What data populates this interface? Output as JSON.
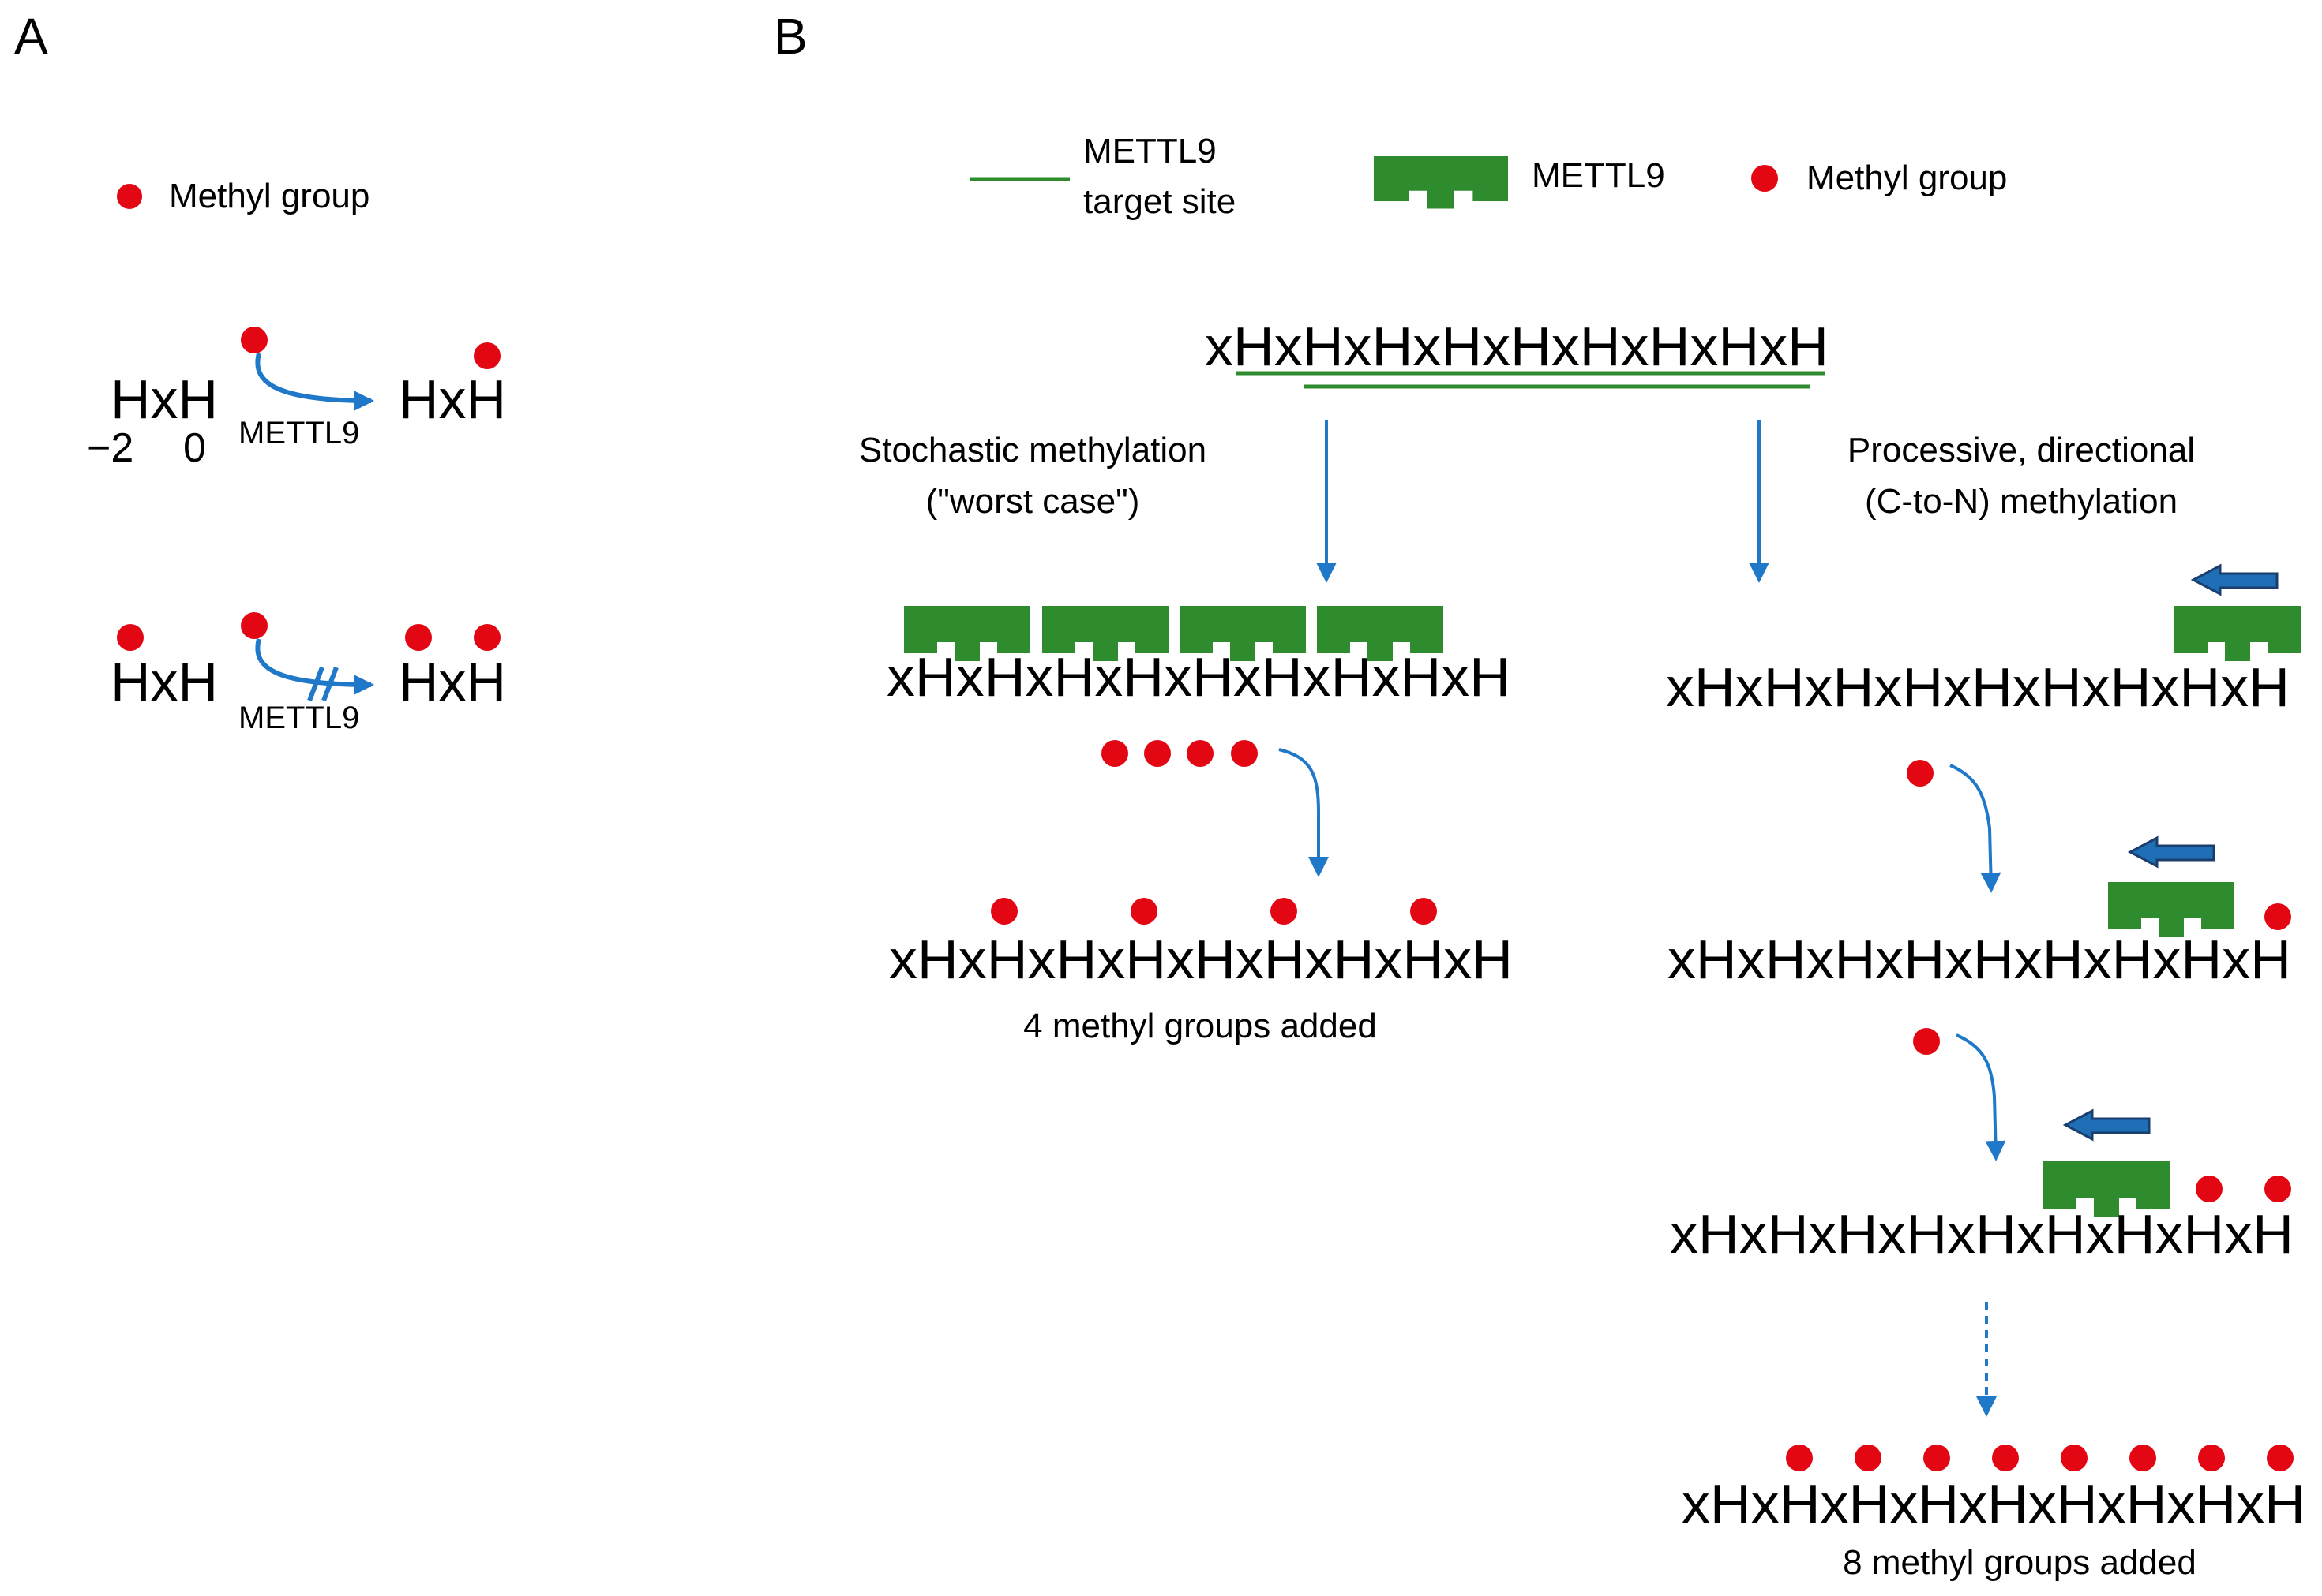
{
  "panels": {
    "a": "A",
    "b": "B"
  },
  "colors": {
    "methyl": "#e30613",
    "arrow": "#1f78c8",
    "enzyme": "#2e8b2e",
    "direction_arrow": "#1f6fb6"
  },
  "panel_a": {
    "legend_methyl": "Methyl group",
    "row1": {
      "substrate": "HxH",
      "pos_minus2": "−2",
      "pos_0": "0",
      "enzyme": "METTL9",
      "product": "HxH"
    },
    "row2": {
      "substrate": "HxH",
      "enzyme": "METTL9",
      "product": "HxH"
    }
  },
  "panel_b": {
    "legend": {
      "target_site_line1": "METTL9",
      "target_site_line2": "target site",
      "enzyme": "METTL9",
      "methyl": "Methyl group"
    },
    "top_sequence": "xHxHxHxHxHxHxHxHxH",
    "left": {
      "title_line1": "Stochastic methylation",
      "title_line2": "(\"worst case\")",
      "seq_bound": "xHxHxHxHxHxHxHxHxH",
      "seq_result": "xHxHxHxHxHxHxHxHxH",
      "caption": "4 methyl groups added"
    },
    "right": {
      "title_line1": "Processive, directional",
      "title_line2": "(C-to-N) methylation",
      "seq_step1": "xHxHxHxHxHxHxHxHxH",
      "seq_step2": "xHxHxHxHxHxHxHxHxH",
      "seq_step3": "xHxHxHxHxHxHxHxHxH",
      "seq_final": "xHxHxHxHxHxHxHxHxH",
      "caption": "8 methyl groups added"
    }
  }
}
